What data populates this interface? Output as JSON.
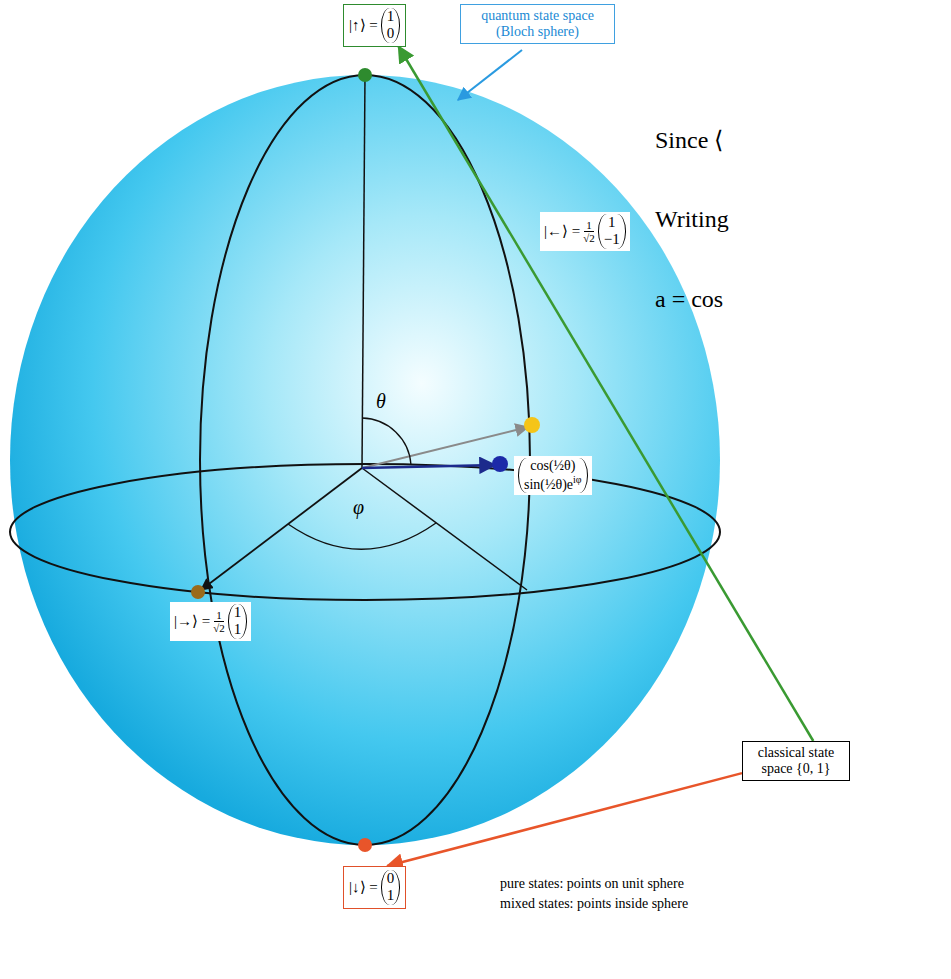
{
  "diagram": {
    "nodes": [
      {
        "text": [
          "quantum state space (Bloch sphere)"
        ]
      },
      {
        "text": [
          "|↑⟩ =",
          "1",
          "0"
        ]
      },
      {
        "text": [
          "classical state space {0, 1}"
        ]
      },
      {
        "text": [
          "|↓⟩ =",
          "0",
          "1"
        ]
      }
    ],
    "edges": [
      {
        "from": 2,
        "to": 1,
        "arrow": "to"
      },
      {
        "from": 2,
        "to": 3,
        "arrow": "to"
      }
    ],
    "labels": [
      "Since ⟨",
      "Writing",
      "a = cos",
      "θ",
      "φ",
      "|←⟩ =",
      "1",
      "√2",
      "1",
      "−1",
      "cos(½θ)",
      "sin(½θ)e",
      "iφ",
      "|→⟩ =",
      "1",
      "√2",
      "1",
      "1",
      "pure states: points on unit sphere",
      "mixed states: points inside sphere"
    ]
  }
}
